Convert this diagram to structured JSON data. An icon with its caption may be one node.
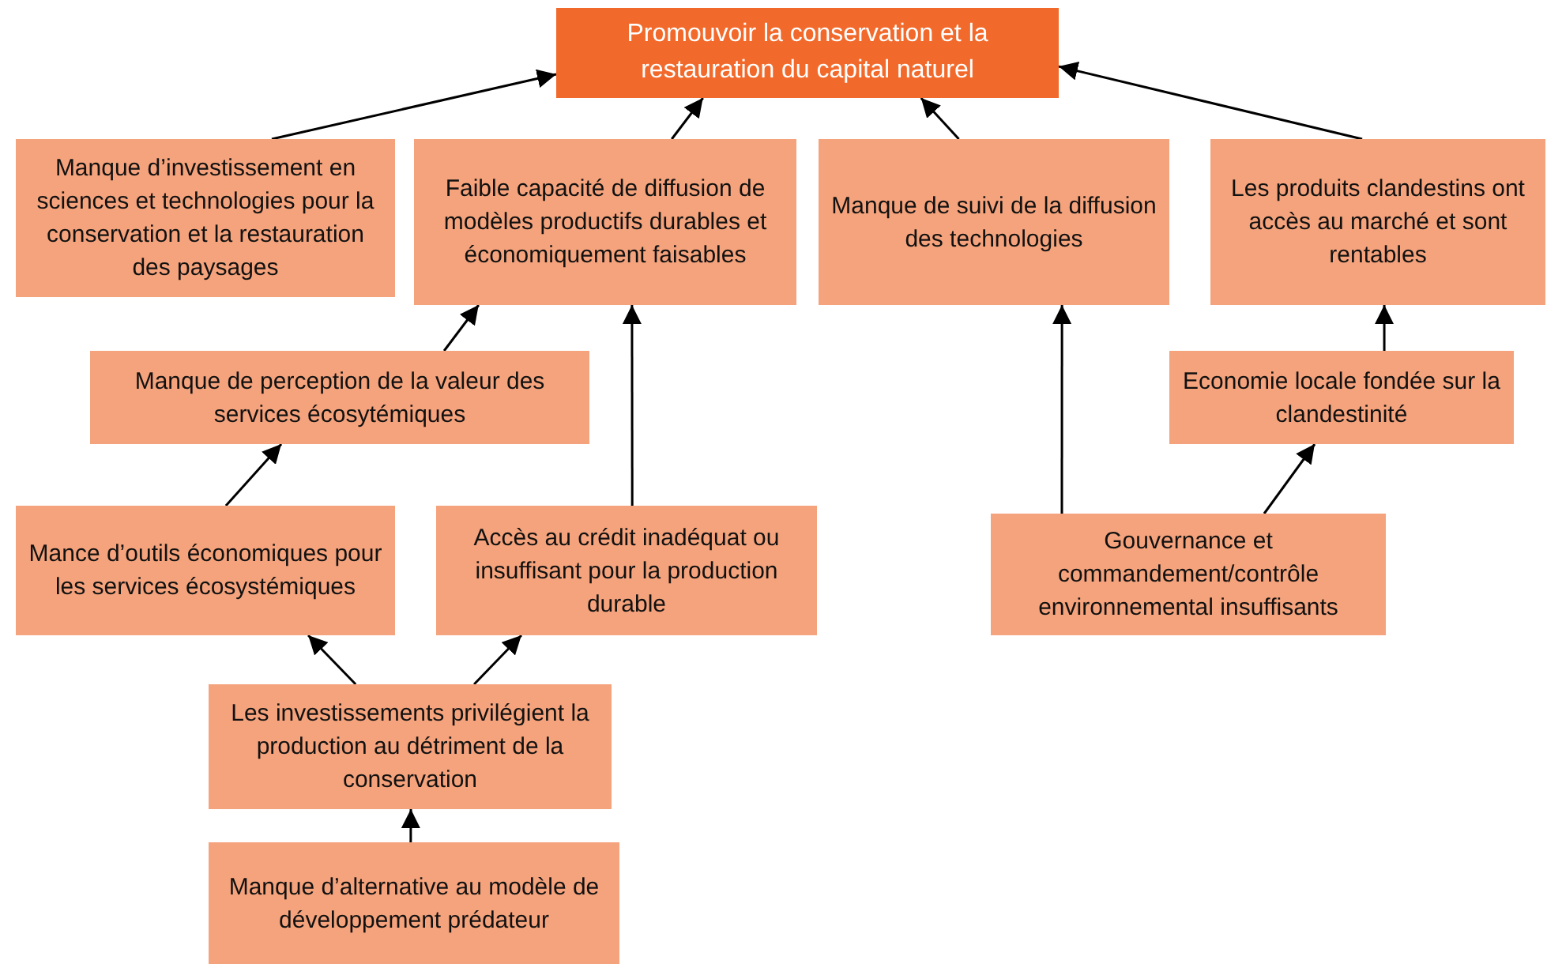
{
  "diagram": {
    "nodes": [
      {
        "text": [
          "Promouvoir la conservation et la restauration du capital naturel"
        ]
      },
      {
        "text": [
          "Manque d’investissement en sciences et technologies pour la conservation et la restauration des paysages"
        ]
      },
      {
        "text": [
          "Faible capacité de diffusion de modèles productifs durables et économiquement faisables"
        ]
      },
      {
        "text": [
          "Manque de suivi de la diffusion des technologies"
        ]
      },
      {
        "text": [
          "Les produits clandestins ont accès au marché et sont rentables"
        ]
      },
      {
        "text": [
          "Manque de perception de la valeur des services écosytémiques"
        ]
      },
      {
        "text": [
          "Economie locale fondée sur la clandestinité"
        ]
      },
      {
        "text": [
          "Mance d’outils économiques pour les services écosystémiques"
        ]
      },
      {
        "text": [
          "Accès au crédit inadéquat ou insuffisant pour la production durable"
        ]
      },
      {
        "text": [
          "Gouvernance et commandement/contrôle environnemental insuffisants"
        ]
      },
      {
        "text": [
          "Les investissements privilégient la production au détriment de la conservation"
        ]
      },
      {
        "text": [
          "Manque d’alternative au modèle de développement prédateur"
        ]
      }
    ],
    "edges": [
      {
        "from": 1,
        "to": 0,
        "arrow": "to"
      },
      {
        "from": 2,
        "to": 0,
        "arrow": "to"
      },
      {
        "from": 3,
        "to": 0,
        "arrow": "to"
      },
      {
        "from": 4,
        "to": 0,
        "arrow": "to"
      },
      {
        "from": 5,
        "to": 2,
        "arrow": "to"
      },
      {
        "from": 8,
        "to": 2,
        "arrow": "to"
      },
      {
        "from": 7,
        "to": 5,
        "arrow": "to"
      },
      {
        "from": 9,
        "to": 3,
        "arrow": "to"
      },
      {
        "from": 6,
        "to": 4,
        "arrow": "to"
      },
      {
        "from": 9,
        "to": 6,
        "arrow": "to"
      },
      {
        "from": 10,
        "to": 7,
        "arrow": "to"
      },
      {
        "from": 10,
        "to": 8,
        "arrow": "to"
      },
      {
        "from": 11,
        "to": 10,
        "arrow": "to"
      }
    ]
  }
}
